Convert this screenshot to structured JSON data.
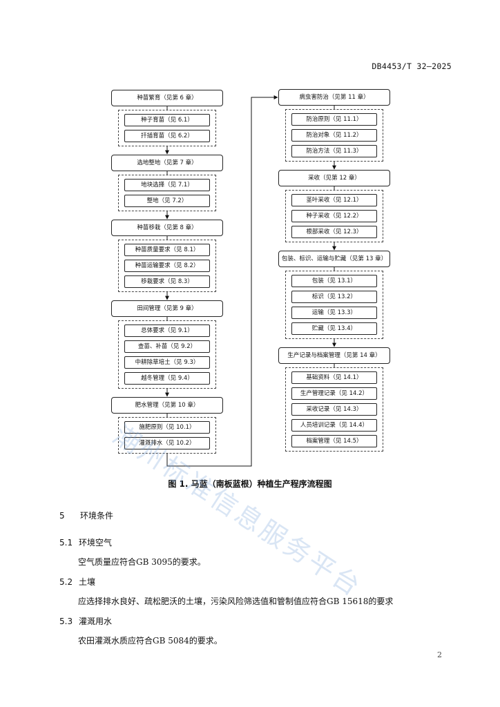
{
  "header": {
    "doc_code": "DB4453/T 32—2025"
  },
  "flowchart": {
    "left": [
      {
        "title": "种苗繁育（见第 6 章）",
        "items": [
          "种子育苗（见 6.1）",
          "扦插育苗（见 6.2）"
        ]
      },
      {
        "title": "选地整地（见第 7 章）",
        "items": [
          "地块选择（见 7.1）",
          "整地（见 7.2）"
        ]
      },
      {
        "title": "种苗移栽（见第 8 章）",
        "items": [
          "种苗质量要求（见 8.1）",
          "种苗运输要求（见 8.2）",
          "移栽要求（见 8.3）"
        ]
      },
      {
        "title": "田间管理（见第 9 章）",
        "items": [
          "总体要求（见 9.1）",
          "查苗、补苗（见 9.2）",
          "中耕除草培土（见 9.3）",
          "越冬管理（见 9.4）"
        ]
      },
      {
        "title": "肥水管理（见第 10 章）",
        "items": [
          "施肥原则（见 10.1）",
          "灌溉排水（见 10.2）"
        ]
      }
    ],
    "right": [
      {
        "title": "病虫害防治（见第 11 章）",
        "items": [
          "防治原则（见 11.1）",
          "防治对象（见 11.2）",
          "防治方法（见 11.3）"
        ]
      },
      {
        "title": "采收（见第 12 章）",
        "items": [
          "茎叶采收（见 12.1）",
          "种子采收（见 12.2）",
          "根部采收（见 12.3）"
        ]
      },
      {
        "title": "包装、标识、运输与贮藏（见第 13 章）",
        "items": [
          "包装（见 13.1）",
          "标识（见 13.2）",
          "运输（见 13.3）",
          "贮藏（见 13.4）"
        ]
      },
      {
        "title": "生产记录与档案管理（见第 14 章）",
        "items": [
          "基础资料（见 14.1）",
          "生产管理记录（见 14.2）",
          "采收记录（见 14.3）",
          "人员培训记录（见 14.4）",
          "档案管理（见 14.5）"
        ]
      }
    ]
  },
  "caption": "图 1.  马蓝（南板蓝根）种植生产程序流程图",
  "section": {
    "number": "5",
    "title": "环境条件",
    "subsections": [
      {
        "number": "5.1",
        "title": "环境空气",
        "text": "空气质量应符合GB 3095的要求。"
      },
      {
        "number": "5.2",
        "title": "土壤",
        "text": "应选择排水良好、疏松肥沃的土壤，污染风险筛选值和管制值应符合GB 15618的要求"
      },
      {
        "number": "5.3",
        "title": "灌溉用水",
        "text": "农田灌溉水质应符合GB 5084的要求。"
      }
    ]
  },
  "page_number": "2",
  "watermark": "潮州标准信息服务平台"
}
